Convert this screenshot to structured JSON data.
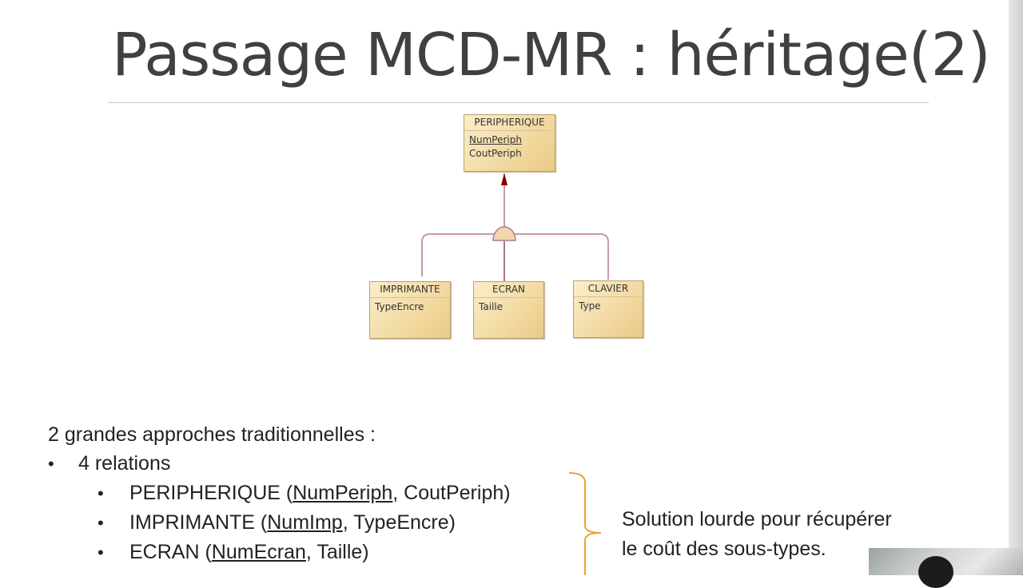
{
  "title": "Passage MCD-MR : héritage(2)",
  "diagram": {
    "parent": {
      "name": "PERIPHERIQUE",
      "key": "NumPeriph",
      "attributes": [
        "CoutPeriph"
      ]
    },
    "children": [
      {
        "name": "IMPRIMANTE",
        "attributes": [
          "TypeEncre"
        ]
      },
      {
        "name": "ECRAN",
        "attributes": [
          "Taille"
        ]
      },
      {
        "name": "CLAVIER",
        "attributes": [
          "Type"
        ]
      }
    ],
    "colors": {
      "entity_fill": "#f1d9a0",
      "link": "#b07a86",
      "arrow": "#8b0000"
    }
  },
  "body": {
    "intro": "2 grandes approches traditionnelles :",
    "level1": "4 relations",
    "relations": [
      {
        "name": "PERIPHERIQUE",
        "open": " (",
        "key": "NumPeriph",
        "rest": ", CoutPeriph)"
      },
      {
        "name": "IMPRIMANTE",
        "open": " (",
        "key": "NumImp",
        "rest": ", TypeEncre)"
      },
      {
        "name": "ECRAN",
        "open": " (",
        "key": "NumEcran",
        "rest": ", Taille)"
      }
    ],
    "note_line1": "Solution lourde pour récupérer",
    "note_line2": "le coût des sous-types.",
    "bullet": "•",
    "brace_color": "#e8a33c"
  }
}
